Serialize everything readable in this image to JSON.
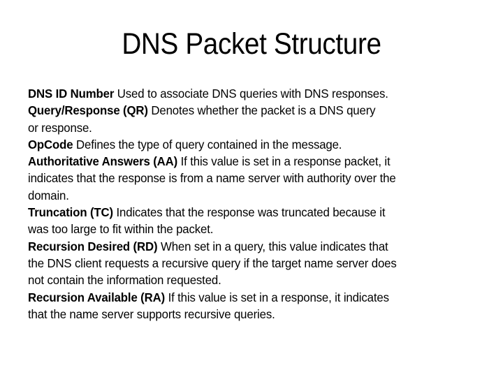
{
  "slide": {
    "title": "DNS Packet Structure",
    "background_color": "#ffffff",
    "text_color": "#000000",
    "body_lines": [
      {
        "bold": "DNS ID Number",
        "rest": " Used to associate DNS queries with DNS responses."
      },
      {
        "bold": "Query/Response (QR)",
        "rest": " Denotes whether the packet is a DNS query"
      },
      {
        "bold": "",
        "rest": "or response."
      },
      {
        "bold": "OpCode",
        "rest": " Defines the type of query contained in the message."
      },
      {
        "bold": "Authoritative Answers (AA)",
        "rest": " If this value is set in a response packet, it"
      },
      {
        "bold": "",
        "rest": "indicates that the response is from a name server with authority over the"
      },
      {
        "bold": "",
        "rest": "domain."
      },
      {
        "bold": "Truncation (TC)",
        "rest": " Indicates that the response was truncated because it"
      },
      {
        "bold": "",
        "rest": "was too large to fit within the packet."
      },
      {
        "bold": "Recursion Desired (RD)",
        "rest": " When set in a query, this value indicates that"
      },
      {
        "bold": "",
        "rest": "the DNS client requests a recursive query if the target name server does"
      },
      {
        "bold": "",
        "rest": "not contain the information requested."
      },
      {
        "bold": "Recursion Available (RA)",
        "rest": " If this value is set in a response, it indicates"
      },
      {
        "bold": "",
        "rest": "that the name server supports recursive queries."
      }
    ]
  }
}
